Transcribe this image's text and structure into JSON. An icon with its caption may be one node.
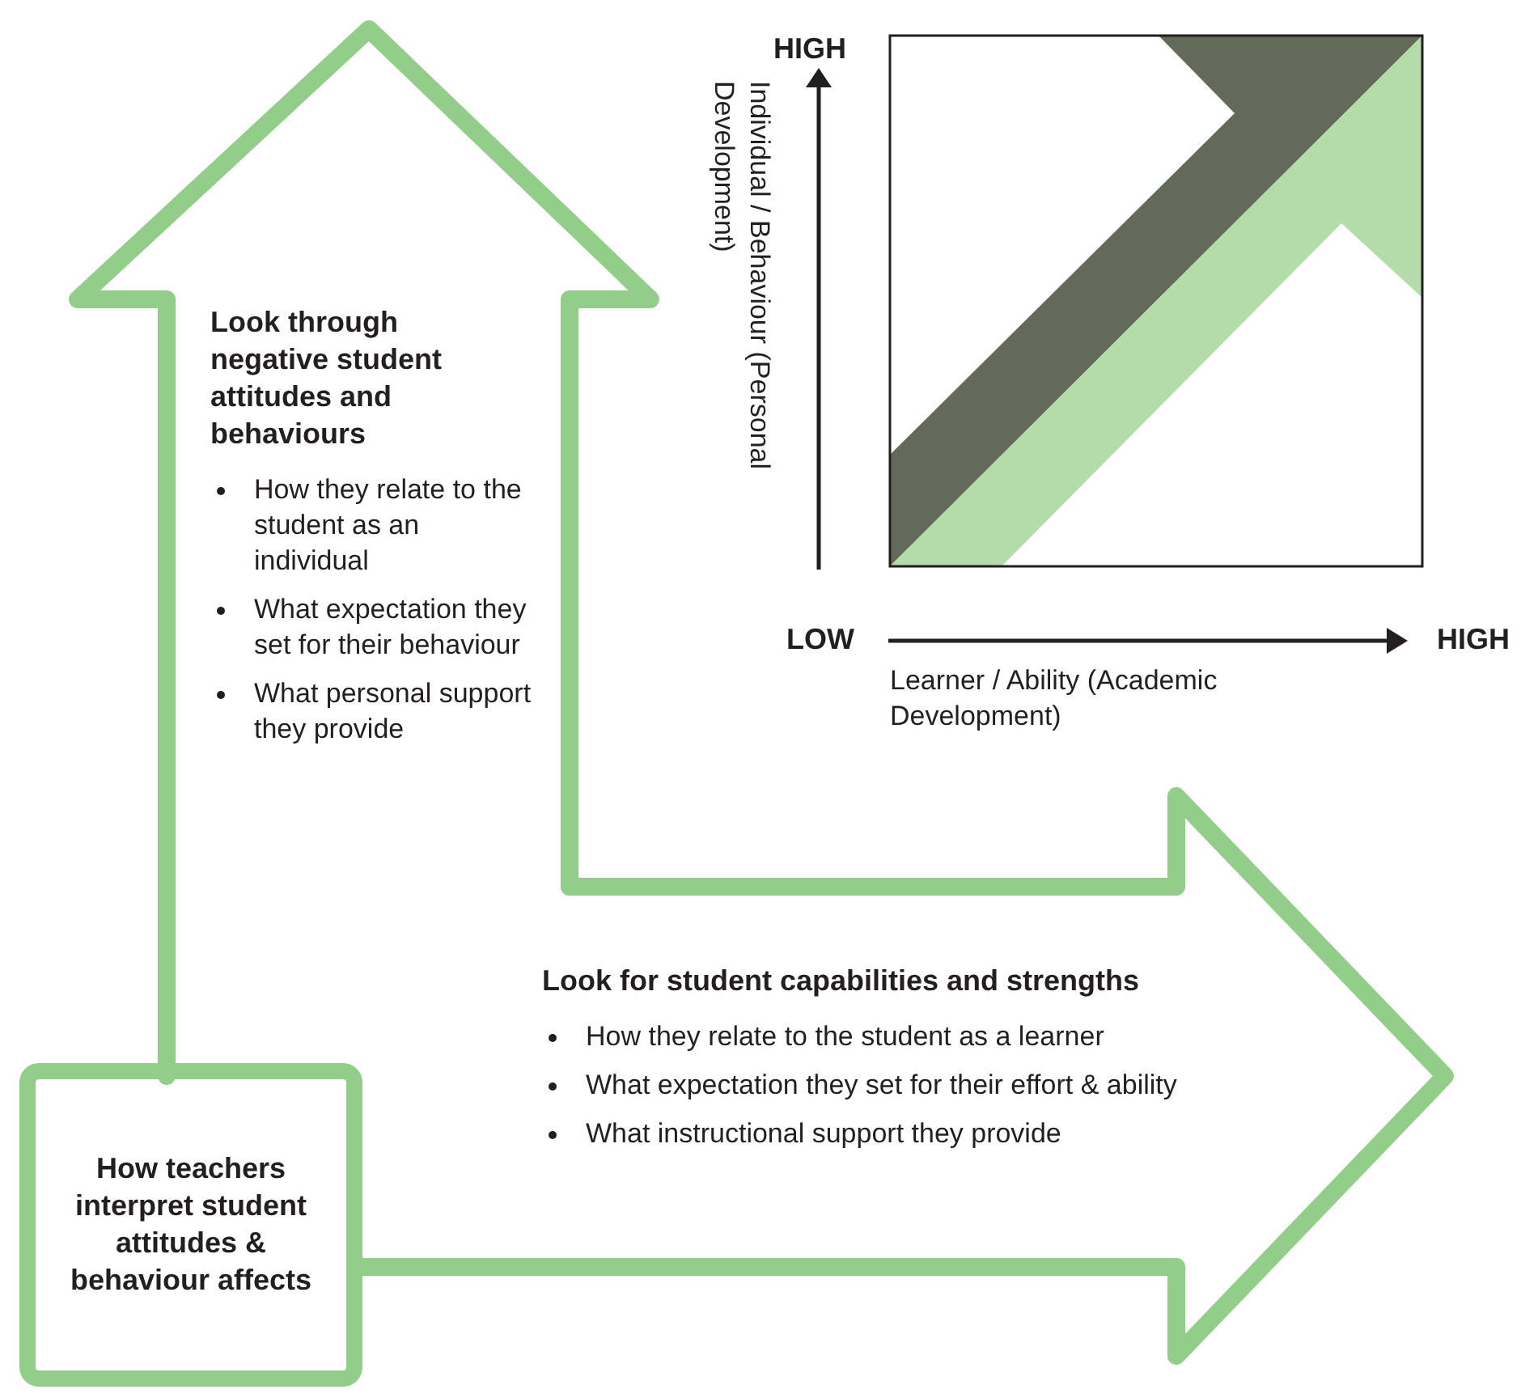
{
  "diagram": {
    "nodes": [
      {
        "text": [
          "How teachers interpret student attitudes & behaviour affects"
        ]
      },
      {
        "text": [
          "Look through negative student attitudes and behaviours",
          "How they relate to the student as an individual",
          "What expectation they set for their behaviour",
          "What personal support they provide"
        ]
      },
      {
        "text": [
          "Look for student capabilities and strengths",
          "How they relate to the student as a learner",
          "What expectation they set for their effort & ability",
          "What instructional support they provide"
        ]
      }
    ],
    "labels": [
      "HIGH",
      "Individual / Behaviour (Personal Development)",
      "LOW",
      "HIGH",
      "Learner / Ability (Academic Development)"
    ]
  }
}
